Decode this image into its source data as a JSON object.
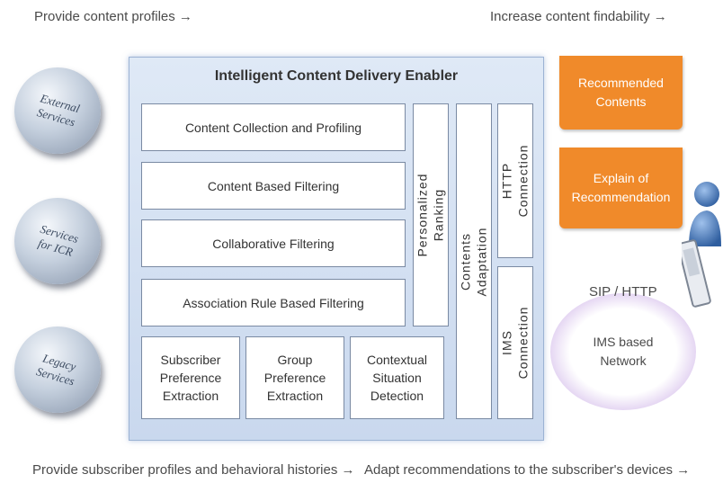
{
  "captions": {
    "top_left": "Provide content profiles →",
    "top_right": "Increase content findability →",
    "bottom_left": "Provide subscriber profiles and behavioral histories →",
    "bottom_right": "Adapt recommendations to the subscriber's devices →"
  },
  "services": [
    {
      "label": "External\nServices"
    },
    {
      "label": "Services\nfor ICR"
    },
    {
      "label": "Legacy\nServices"
    }
  ],
  "enabler": {
    "title": "Intelligent Content Delivery Enabler",
    "filters": [
      "Content Collection and Profiling",
      "Content Based Filtering",
      "Collaborative Filtering",
      "Association Rule Based Filtering"
    ],
    "bottom_boxes": [
      "Subscriber\nPreference\nExtraction",
      "Group\nPreference\nExtraction",
      "Contextual\nSituation\nDetection"
    ],
    "vertical": {
      "ranking": "Personalized\nRanking",
      "adaptation": "Contents Adaptation",
      "http": "HTTP\nConnection",
      "ims": "IMS\nConnection"
    }
  },
  "outputs": {
    "recommended": "Recommended\nContents",
    "explain": "Explain of\nRecommendation"
  },
  "network": {
    "protocol": "SIP / HTTP",
    "label": "IMS based\nNetwork"
  },
  "colors": {
    "orange": "#f08a2a",
    "enabler_bg": "#c9d8ee",
    "cloud_edge": "#c8aeea",
    "user": "#4f7fc1"
  }
}
